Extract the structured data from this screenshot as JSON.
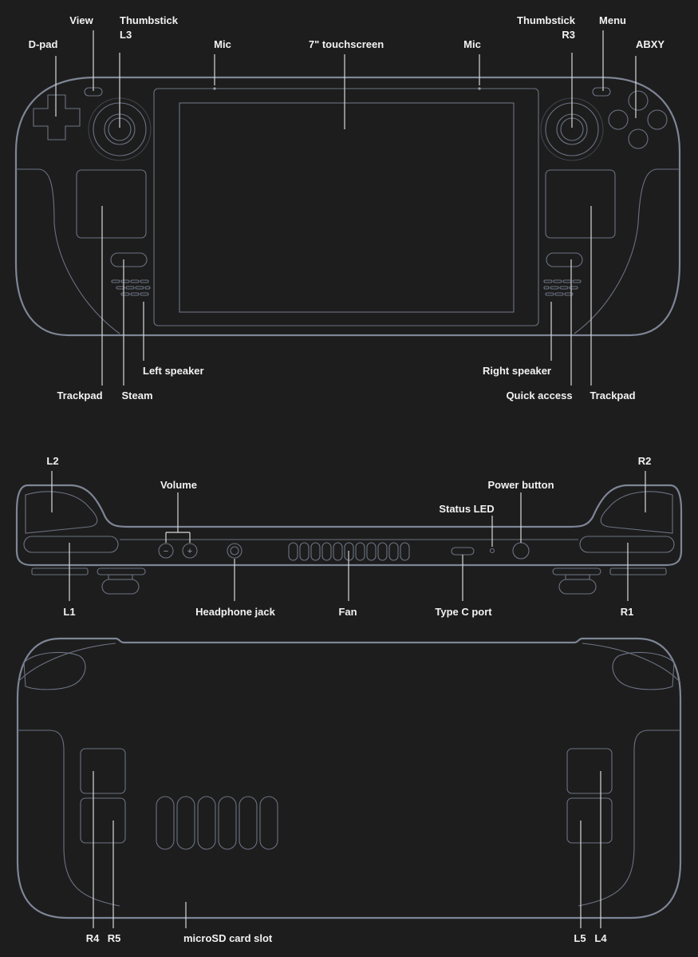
{
  "theme": {
    "background": "#1d1d1d",
    "outline": "#7e8596",
    "detail": "#6c7282",
    "leader": "#d8d8d8",
    "text": "#f2f2f2"
  },
  "front_view": {
    "dpad": "D-pad",
    "view": "View",
    "thumbstick_left_1": "Thumbstick",
    "thumbstick_left_2": "L3",
    "mic_left": "Mic",
    "touchscreen": "7\" touchscreen",
    "mic_right": "Mic",
    "thumbstick_right_1": "Thumbstick",
    "thumbstick_right_2": "R3",
    "menu": "Menu",
    "abxy": "ABXY",
    "trackpad_left": "Trackpad",
    "steam": "Steam",
    "left_speaker": "Left speaker",
    "right_speaker": "Right speaker",
    "quick_access": "Quick access",
    "trackpad_right": "Trackpad"
  },
  "top_view": {
    "l2": "L2",
    "volume": "Volume",
    "status_led": "Status LED",
    "power_button": "Power button",
    "r2": "R2",
    "l1": "L1",
    "headphone_jack": "Headphone jack",
    "fan": "Fan",
    "type_c_port": "Type C port",
    "r1": "R1",
    "volume_minus_glyph": "−",
    "volume_plus_glyph": "+"
  },
  "back_view": {
    "r4": "R4",
    "r5": "R5",
    "microsd_slot": "microSD card slot",
    "l5": "L5",
    "l4": "L4"
  }
}
